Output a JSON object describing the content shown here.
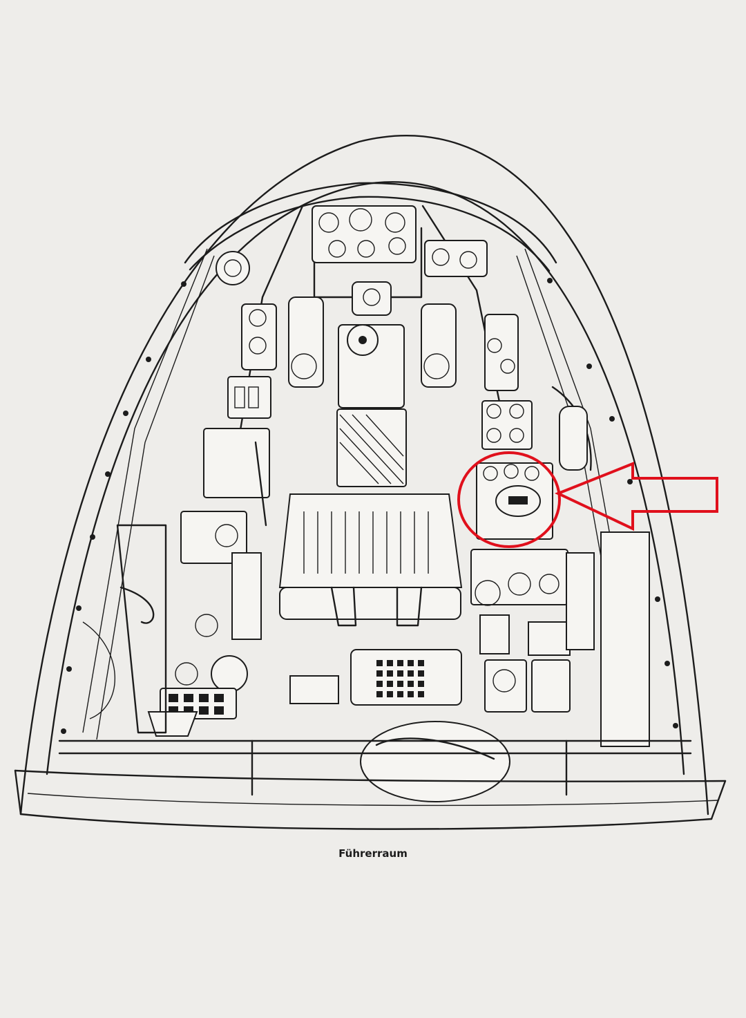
{
  "caption": "Führerraum",
  "colors": {
    "paper": "#eeedea",
    "ink": "#1c1c1c",
    "highlight": "#e0101c"
  },
  "annotation": {
    "circle-marker": "red-circle",
    "arrow-marker": "red-arrow-pointing-left"
  }
}
